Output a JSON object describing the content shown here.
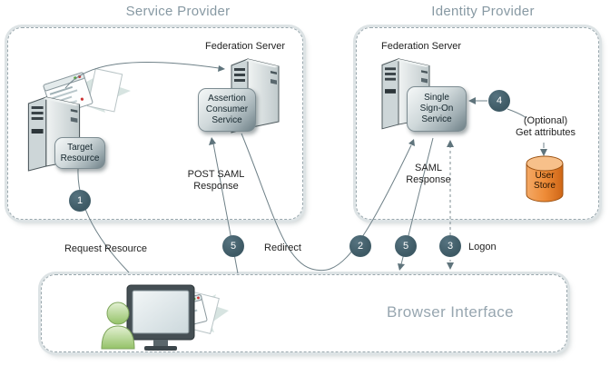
{
  "titles": {
    "service_provider": "Service Provider",
    "identity_provider": "Identity Provider",
    "browser_interface": "Browser Interface"
  },
  "service_provider": {
    "federation_server": "Federation Server",
    "assertion_consumer_service": [
      "Assertion",
      "Consumer",
      "Service"
    ],
    "target_resource": [
      "Target",
      "Resource"
    ]
  },
  "identity_provider": {
    "federation_server": "Federation Server",
    "single_sign_on_service": [
      "Single",
      "Sign-On",
      "Service"
    ],
    "user_store": [
      "User",
      "Store"
    ],
    "optional_note": [
      "(Optional)",
      "Get attributes"
    ]
  },
  "steps": {
    "step1": {
      "number": "1",
      "label": "Request Resource"
    },
    "step2": {
      "number": "2",
      "label": "Redirect"
    },
    "step3": {
      "number": "3",
      "label": "Logon"
    },
    "step4": {
      "number": "4"
    },
    "step5_sp": {
      "number": "5",
      "label_lines": [
        "POST SAML",
        "Response"
      ]
    },
    "step5_idp": {
      "number": "5",
      "label_lines": [
        "SAML",
        "Response"
      ]
    }
  },
  "colors": {
    "step_circle": "#3e5a65",
    "title_text": "#8799a3",
    "connector_line": "#6f8188",
    "user_store_orange": "#ee8c38",
    "zone_border": "#9aa8ae"
  }
}
